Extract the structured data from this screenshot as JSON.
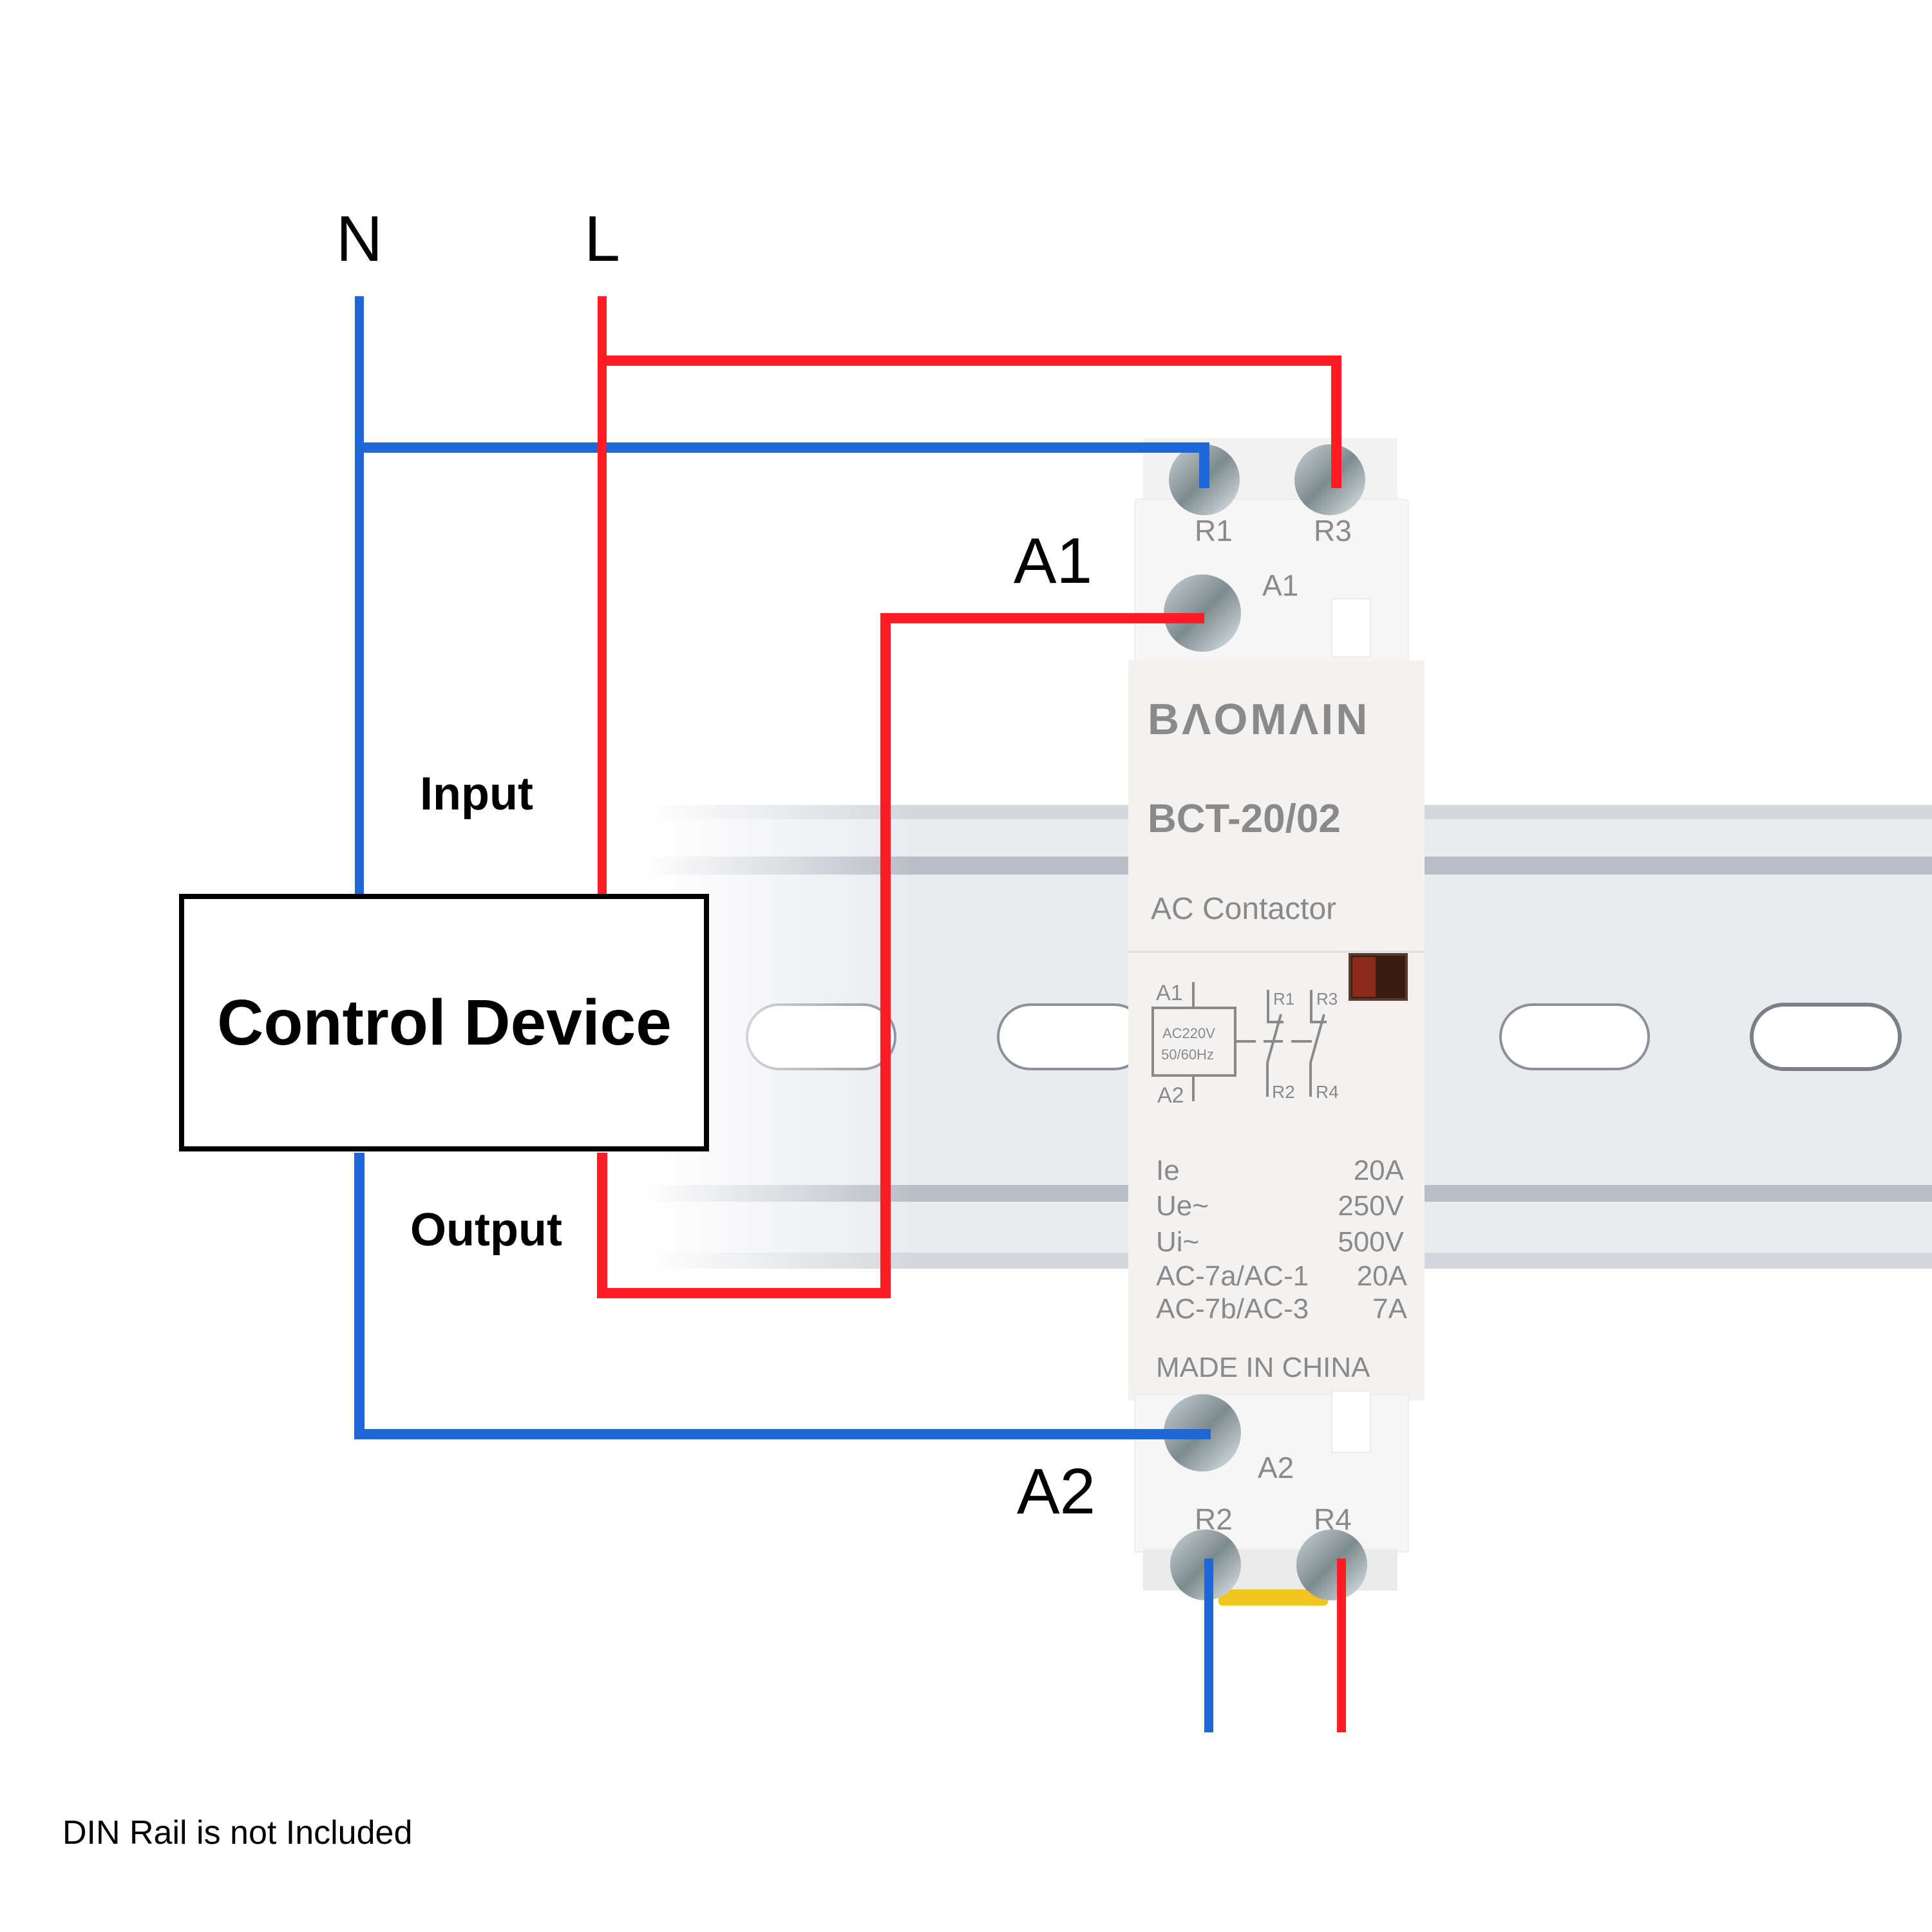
{
  "title": "Wiring diagram: AC contactor with control device",
  "supply": {
    "neutral_label": "N",
    "live_label": "L"
  },
  "colors": {
    "neutral_wire": "#1f66d6",
    "live_wire": "#ff1c24",
    "text": "#000000",
    "device_text": "#8a8a8a",
    "rail": "#e6e8ec"
  },
  "control_device": {
    "label": "Control Device",
    "input_label": "Input",
    "output_label": "Output"
  },
  "callouts": {
    "a1": "A1",
    "a2": "A2"
  },
  "contactor": {
    "brand": "BΛOMΛIN",
    "model": "BCT-20/02",
    "type": "AC Contactor",
    "terminals_top": [
      "R1",
      "R3"
    ],
    "terminal_a1": "A1",
    "terminal_a2": "A2",
    "terminals_bottom": [
      "R2",
      "R4"
    ],
    "schematic": {
      "coil_top": "A1",
      "coil_bottom": "A2",
      "coil_line1": "AC220V",
      "coil_line2": "50/60Hz",
      "contacts_top": [
        "R1",
        "R3"
      ],
      "contacts_bottom": [
        "R2",
        "R4"
      ]
    },
    "specs": [
      {
        "name": "Ie",
        "value": "20A"
      },
      {
        "name": "Ue~",
        "value": "250V"
      },
      {
        "name": "Ui~",
        "value": "500V"
      },
      {
        "name": "AC-7a/AC-1",
        "value": "20A"
      },
      {
        "name": "AC-7b/AC-3",
        "value": "7A"
      }
    ],
    "origin": "MADE IN CHINA"
  },
  "footnote": "DIN Rail is not Included"
}
